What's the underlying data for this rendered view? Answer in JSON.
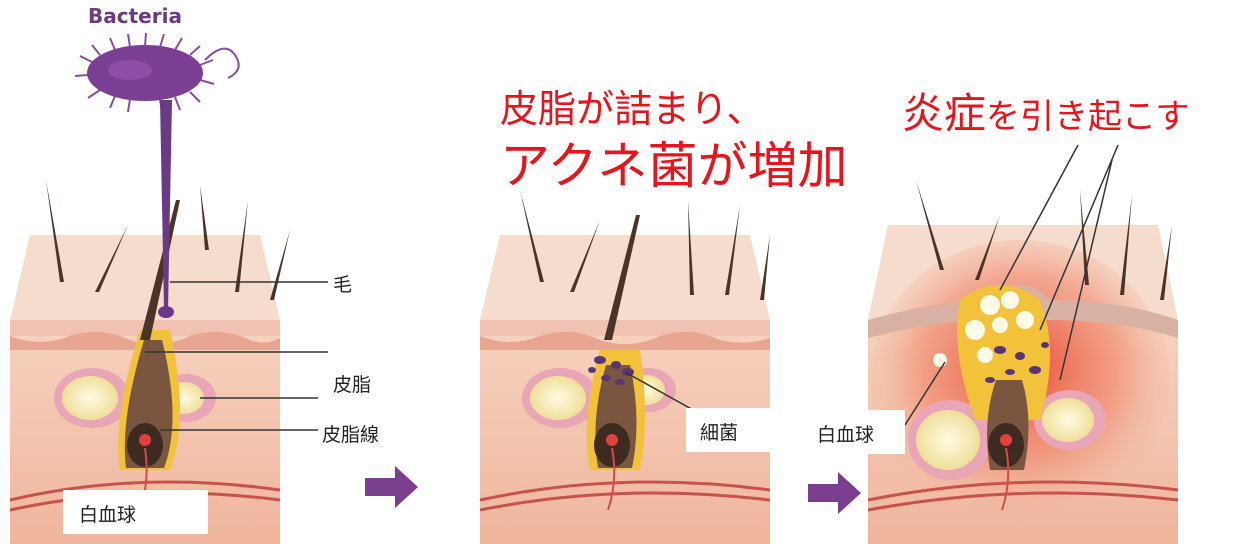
{
  "diagram": {
    "bacteria_label": "Bacteria",
    "panel1": {
      "label_hair": "毛",
      "label_sebum": "皮脂",
      "label_sebaceous_gland": "皮脂線",
      "label_white_blood_cell": "白血球"
    },
    "panel2": {
      "title_line1": "皮脂が詰まり、",
      "title_line2": "アクネ菌が増加",
      "label_bacteria": "細菌"
    },
    "panel3": {
      "title_accent": "炎症",
      "title_rest": "を引き起こす",
      "label_white_blood_cell": "白血球"
    },
    "colors": {
      "title_red": "#e8141b",
      "arrow_purple": "#7a3e8e",
      "bacteria_purple": "#6b3a86",
      "skin_top": "#f3cbb6",
      "skin_body": "#f2b7a0",
      "sebum_yellow": "#f2c23a",
      "inflammation_red": "#e8321f"
    }
  }
}
